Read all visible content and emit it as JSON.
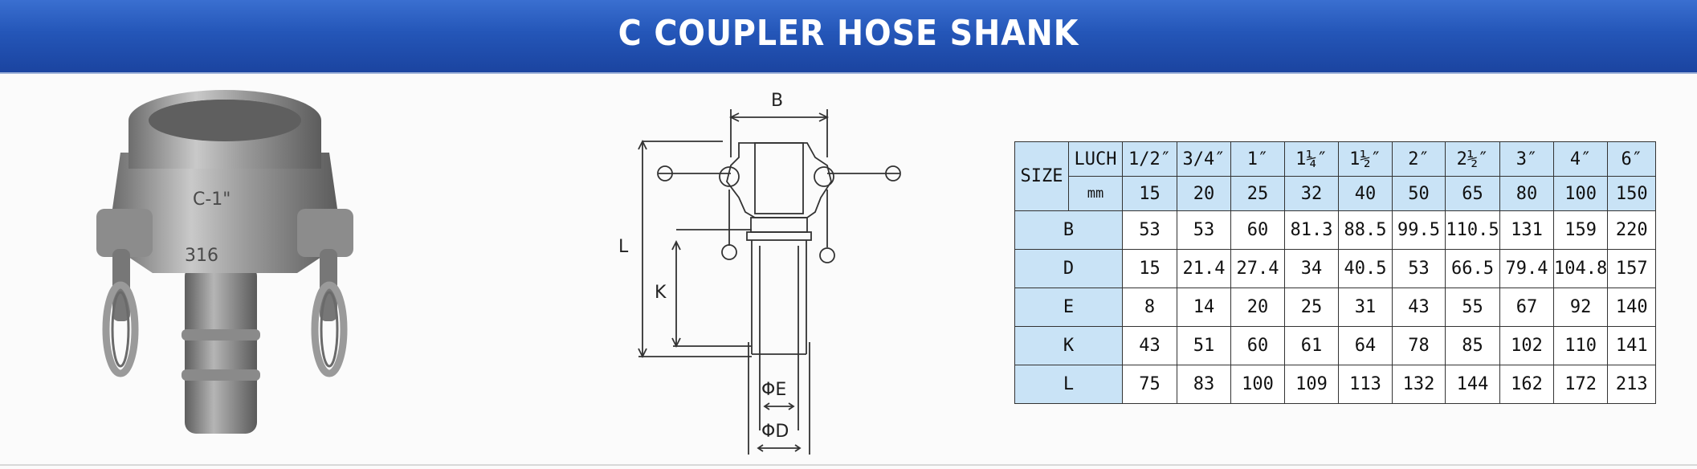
{
  "header": {
    "title": "C COUPLER HOSE SHANK"
  },
  "photo": {
    "markings": [
      "C-1\"",
      "316"
    ]
  },
  "drawing": {
    "labels": {
      "b": "B",
      "l": "L",
      "k": "K",
      "e": "ΦE",
      "d": "ΦD"
    }
  },
  "table": {
    "size_label": "SIZE",
    "inch_label": "LUCH",
    "mm_label": "mm",
    "inch_sizes": [
      "1/2″",
      "3/4″",
      "1″",
      "1¼″",
      "1½″",
      "2″",
      "2½″",
      "3″",
      "4″",
      "6″"
    ],
    "mm_sizes": [
      "15",
      "20",
      "25",
      "32",
      "40",
      "50",
      "65",
      "80",
      "100",
      "150"
    ],
    "rows": [
      {
        "label": "B",
        "values": [
          "53",
          "53",
          "60",
          "81.3",
          "88.5",
          "99.5",
          "110.5",
          "131",
          "159",
          "220"
        ]
      },
      {
        "label": "D",
        "values": [
          "15",
          "21.4",
          "27.4",
          "34",
          "40.5",
          "53",
          "66.5",
          "79.4",
          "104.8",
          "157"
        ]
      },
      {
        "label": "E",
        "values": [
          "8",
          "14",
          "20",
          "25",
          "31",
          "43",
          "55",
          "67",
          "92",
          "140"
        ]
      },
      {
        "label": "K",
        "values": [
          "43",
          "51",
          "60",
          "61",
          "64",
          "78",
          "85",
          "102",
          "110",
          "141"
        ]
      },
      {
        "label": "L",
        "values": [
          "75",
          "83",
          "100",
          "109",
          "113",
          "132",
          "144",
          "162",
          "172",
          "213"
        ]
      }
    ]
  },
  "colors": {
    "banner": "#2456b8",
    "table_header": "#c9e3f6"
  }
}
